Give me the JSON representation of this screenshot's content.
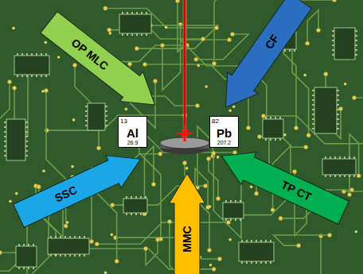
{
  "diagram": {
    "nodes": [
      {
        "text": [
          "OP MLC"
        ]
      },
      {
        "text": [
          "CF"
        ]
      },
      {
        "text": [
          "13",
          "Al",
          "26.9"
        ]
      },
      {
        "text": [
          "82",
          "Pb",
          "207.2"
        ]
      },
      {
        "text": [
          "SSC"
        ]
      },
      {
        "text": [
          "TP CT"
        ]
      },
      {
        "text": [
          "MMC"
        ]
      }
    ]
  }
}
